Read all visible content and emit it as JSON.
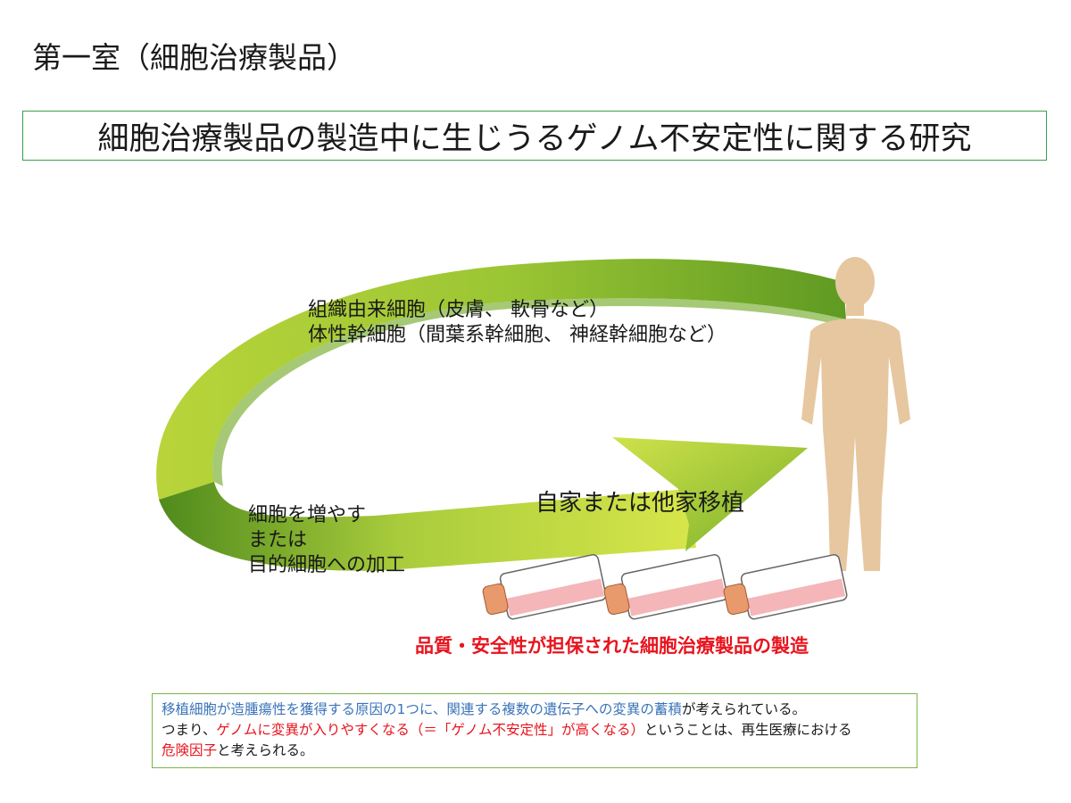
{
  "section_title": "第一室（細胞治療製品）",
  "title": "細胞治療製品の製造中に生じうるゲノム不安定性に関する研究",
  "diagram": {
    "source_lines": [
      "組織由来細胞（皮膚、 軟骨など）",
      "体性幹細胞（間葉系幹細胞、 神経幹細胞など）"
    ],
    "process_lines": [
      "細胞を増やす",
      "または",
      "目的細胞への加工"
    ],
    "transplant_label": "自家または他家移植",
    "quality_label": "品質・安全性が担保された細胞治療製品の製造",
    "colors": {
      "arrow_dark": "#5e9b1e",
      "arrow_light": "#c6dc3a",
      "body": "#e6c7a0",
      "flask_cap": "#e89a6c",
      "flask_fill": "#f4b6b8"
    },
    "icons": [
      "human-body-icon",
      "culture-flask-icon"
    ]
  },
  "note": {
    "line1_blue": "移植細胞が造腫瘍性を獲得する原因の1つに、関連する複数の遺伝子への変異の蓄積",
    "line1_tail": "が考えられている。",
    "line2_head": "つまり、",
    "line2_red": "ゲノムに変異が入りやすくなる（＝「ゲノム不安定性」が高くなる）",
    "line2_tail": "ということは、再生医療における",
    "line3_red": "危険因子",
    "line3_tail": "と考えられる。"
  }
}
